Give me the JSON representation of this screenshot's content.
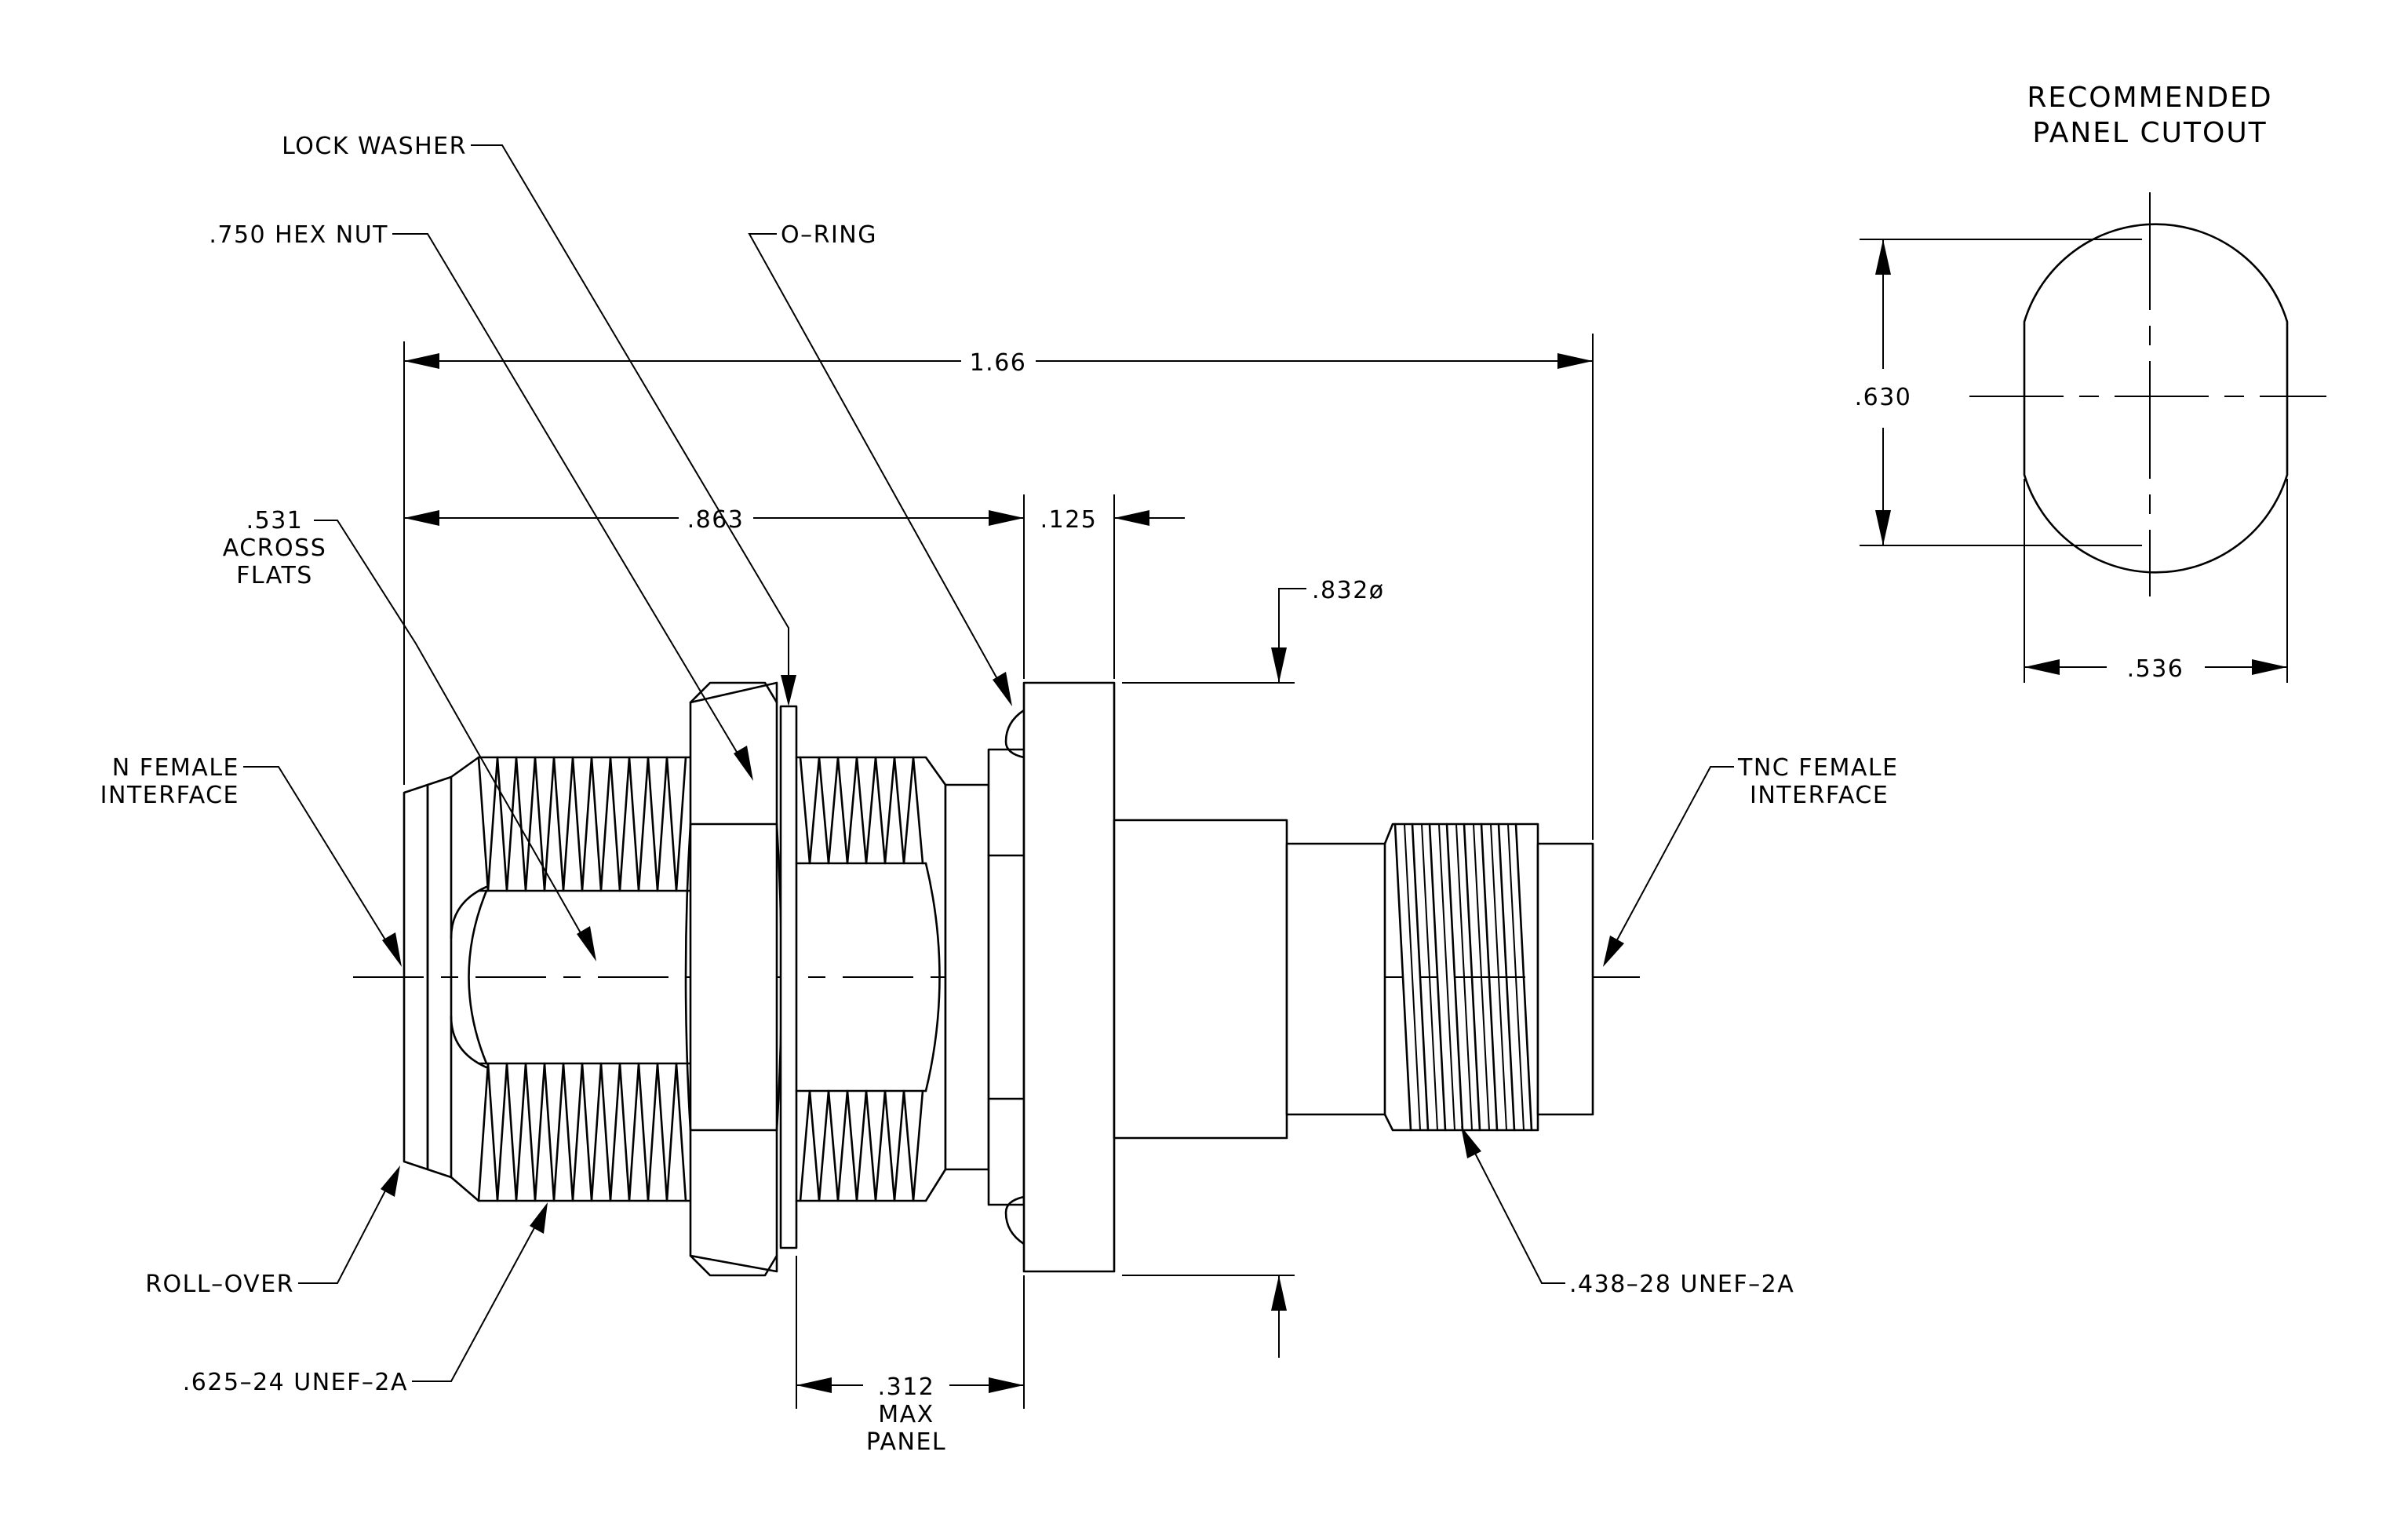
{
  "labels": {
    "lock_washer": "LOCK WASHER",
    "hex_nut": ".750 HEX NUT",
    "o_ring": "O–RING",
    "overall_length": "1.66",
    "across_flats_1": ".531",
    "across_flats_2": "ACROSS",
    "across_flats_3": "FLATS",
    "dim_863": ".863",
    "dim_125": ".125",
    "dim_832": ".832ø",
    "n_female_1": "N FEMALE",
    "n_female_2": "INTERFACE",
    "tnc_female_1": "TNC FEMALE",
    "tnc_female_2": "INTERFACE",
    "roll_over": "ROLL–OVER",
    "thread_625": ".625–24 UNEF–2A",
    "thread_438": ".438–28 UNEF–2A",
    "panel_1": ".312",
    "panel_2": "MAX",
    "panel_3": "PANEL"
  },
  "cutout": {
    "title_1": "RECOMMENDED",
    "title_2": "PANEL CUTOUT",
    "height": ".630",
    "width": ".536"
  }
}
